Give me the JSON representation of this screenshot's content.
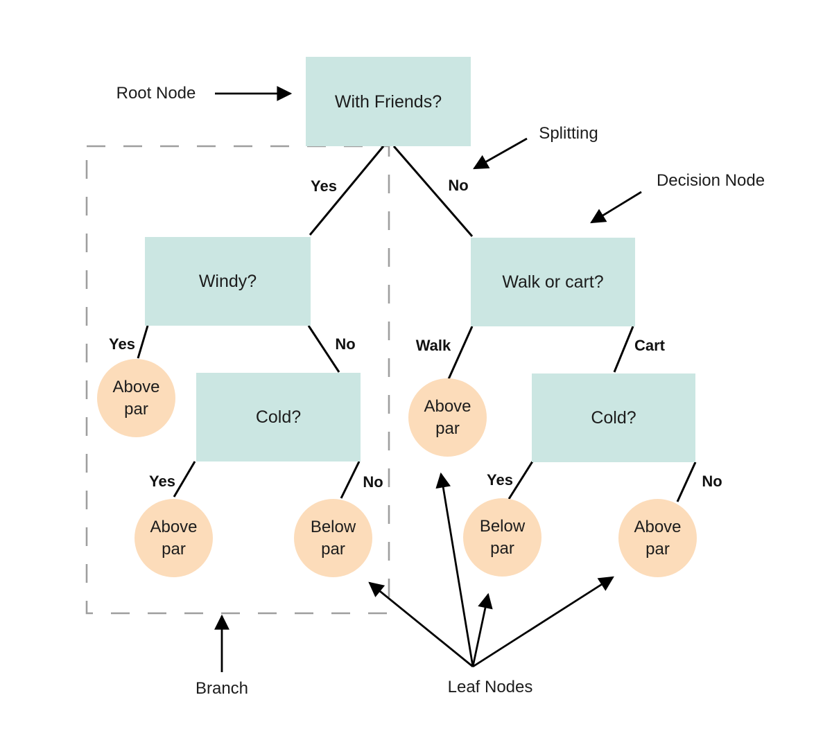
{
  "colors": {
    "decision_node_fill": "#cbe6e2",
    "leaf_node_fill": "#fcdcba",
    "line": "#000000",
    "dashed_border": "#9e9e9e",
    "text": "#1c1c1c"
  },
  "annotations": {
    "root_node": "Root Node",
    "splitting": "Splitting",
    "decision_node": "Decision Node",
    "branch": "Branch",
    "leaf_nodes": "Leaf Nodes"
  },
  "decision_nodes": {
    "root": "With Friends?",
    "windy": "Windy?",
    "walk_or_cart": "Walk or cart?",
    "cold_left": "Cold?",
    "cold_right": "Cold?"
  },
  "leaf_nodes": {
    "windy_yes": "Above par",
    "cold_left_yes": "Above par",
    "cold_left_no": "Below par",
    "walk": "Above par",
    "cold_right_yes": "Below par",
    "cold_right_no": "Above par"
  },
  "edge_labels": {
    "root_yes": "Yes",
    "root_no": "No",
    "windy_yes": "Yes",
    "windy_no": "No",
    "walk": "Walk",
    "cart": "Cart",
    "cold_left_yes": "Yes",
    "cold_left_no": "No",
    "cold_right_yes": "Yes",
    "cold_right_no": "No"
  }
}
